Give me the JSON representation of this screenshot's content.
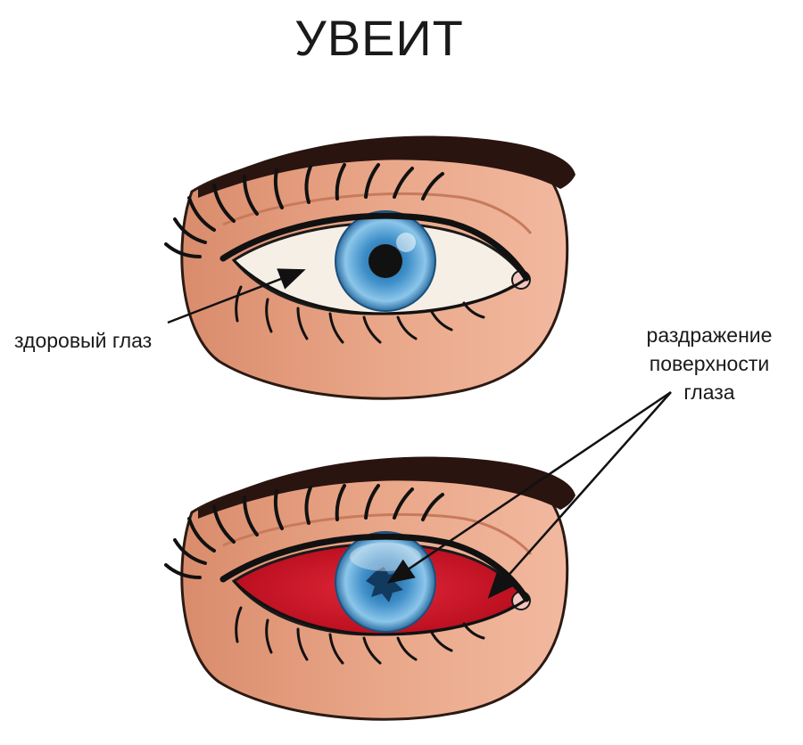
{
  "title": "УВЕИТ",
  "labels": {
    "healthy_eye": "здоровый глаз",
    "irritation_line1": "раздражение",
    "irritation_line2": "поверхности",
    "irritation_line3": "глаза"
  },
  "colors": {
    "skin": "#e6a384",
    "skin_outline": "#2b1a14",
    "brow": "#2a1410",
    "sclera_healthy": "#f6efe6",
    "sclera_inflamed": "#cc1020",
    "iris": "#5aa8d8",
    "pupil": "#111111",
    "arrow": "#111111"
  }
}
